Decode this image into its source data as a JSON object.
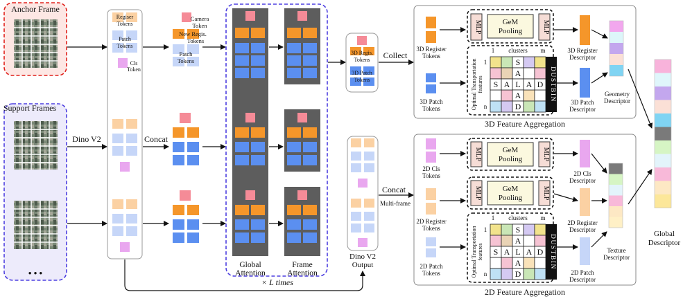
{
  "labels": {
    "anchor_frame": "Anchor Frame",
    "support_frames": "Support Frames",
    "dino_v2": "Dino V2",
    "register_tokens_1": "Regiser",
    "register_tokens_2": "Tokens",
    "patch_tokens_1": "Patch",
    "patch_tokens_2": "Tokens",
    "cls_token_1": "Cls",
    "cls_token_2": "Token",
    "camera_token_1": "Camera",
    "camera_token_2": "Token",
    "new_regis_1": "New Regis.",
    "new_regis_2": "Tokens",
    "patch_tokens_b_1": "Patch",
    "patch_tokens_b_2": "Tokens",
    "concat": "Concat",
    "global_attention_1": "Global",
    "global_attention_2": "Attention",
    "frame_attention_1": "Frame",
    "frame_attention_2": "Attention",
    "l_times": "× L times",
    "collect": "Collect",
    "regis_3d_1": "3D Regis.",
    "regis_3d_2": "Tokens",
    "patch_3d_1": "3D Patch",
    "patch_3d_2": "Tokens",
    "dino_output_1": "Dino V2",
    "dino_output_2": "Output",
    "concat2": "Concat",
    "multi_frame": "Multi-frame",
    "ellipsis": "• • •"
  },
  "agg3d": {
    "title": "3D Feature Aggregation",
    "register_in_1": "3D Register",
    "register_in_2": "Tokens",
    "patch_in_1": "3D Patch",
    "patch_in_2": "Tokens",
    "register_desc_1": "3D Register",
    "register_desc_2": "Descriptor",
    "patch_desc_1": "3D Patch",
    "patch_desc_2": "Descriptor",
    "geometry_desc_1": "Geometry",
    "geometry_desc_2": "Descriptor"
  },
  "agg2d": {
    "title": "2D Feature Aggregation",
    "cls_in_1": "2D Cls",
    "cls_in_2": "Tokens",
    "register_in_1": "2D Register",
    "register_in_2": "Tokens",
    "patch_in_1": "2D Patch",
    "patch_in_2": "Tokens",
    "cls_desc_1": "2D Cls",
    "cls_desc_2": "Descriptor",
    "register_desc_1": "2D Register",
    "register_desc_2": "Descriptor",
    "patch_desc_1": "2D Patch",
    "patch_desc_2": "Descriptor",
    "texture_desc_1": "Texture",
    "texture_desc_2": "Descriptor"
  },
  "mlp": "MLP",
  "gem_1": "GeM",
  "gem_2": "Pooling",
  "salad": {
    "axis_1": "1",
    "axis_clusters": "clusters",
    "axis_m": "m",
    "axis_n": "n",
    "ot_1": "Optimal Transportation",
    "ot_2": "features",
    "dustbin": "DUSTBIN",
    "letters": [
      {
        "row": 0,
        "col": 2,
        "ch": "S"
      },
      {
        "row": 1,
        "col": 2,
        "ch": "A"
      },
      {
        "row": 2,
        "col": 0,
        "ch": "S"
      },
      {
        "row": 2,
        "col": 1,
        "ch": "A"
      },
      {
        "row": 2,
        "col": 2,
        "ch": "L"
      },
      {
        "row": 2,
        "col": 3,
        "ch": "A"
      },
      {
        "row": 2,
        "col": 4,
        "ch": "D"
      },
      {
        "row": 3,
        "col": 2,
        "ch": "A"
      },
      {
        "row": 4,
        "col": 2,
        "ch": "D"
      }
    ]
  },
  "global_desc_1": "Global",
  "global_desc_2": "Descriptor",
  "colors": {
    "orange": "#f5962a",
    "light_orange": "#fbd1a3",
    "blue": "#5b8ff0",
    "light_blue": "#c6d6f8",
    "pink": "#f58b97",
    "violet": "#e9a7ef",
    "dark_panel": "#5d5d5d",
    "anchor_border": "#e0201b",
    "anchor_fill": "#fde7e4",
    "support_border": "#4d3fe0",
    "support_fill": "#edebfb",
    "mlp_fill": "#f6ddd6",
    "gem_fill": "#fbf8df"
  }
}
